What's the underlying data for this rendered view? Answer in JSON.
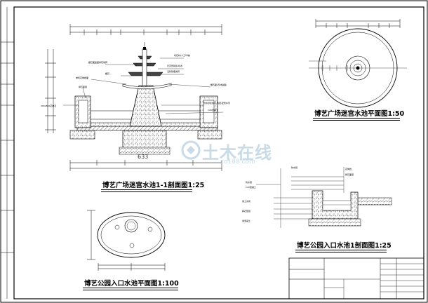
{
  "drawings": {
    "section_main": {
      "title": "博艺广场迷宫水池1-1剖面图1:25",
      "center_label": "633"
    },
    "plan_top_right": {
      "title": "博艺广场迷宫水池平面图1:50"
    },
    "plan_bottom_left": {
      "title": "博艺公园入口水池平面图1:100"
    },
    "section_bottom_right": {
      "title": "博艺公园入口水池1剖面图1:25"
    }
  },
  "watermark": {
    "text": "土木在线",
    "sub": "co188.com"
  },
  "colors": {
    "line": "#000000",
    "watermark": "#c8dbe6"
  }
}
